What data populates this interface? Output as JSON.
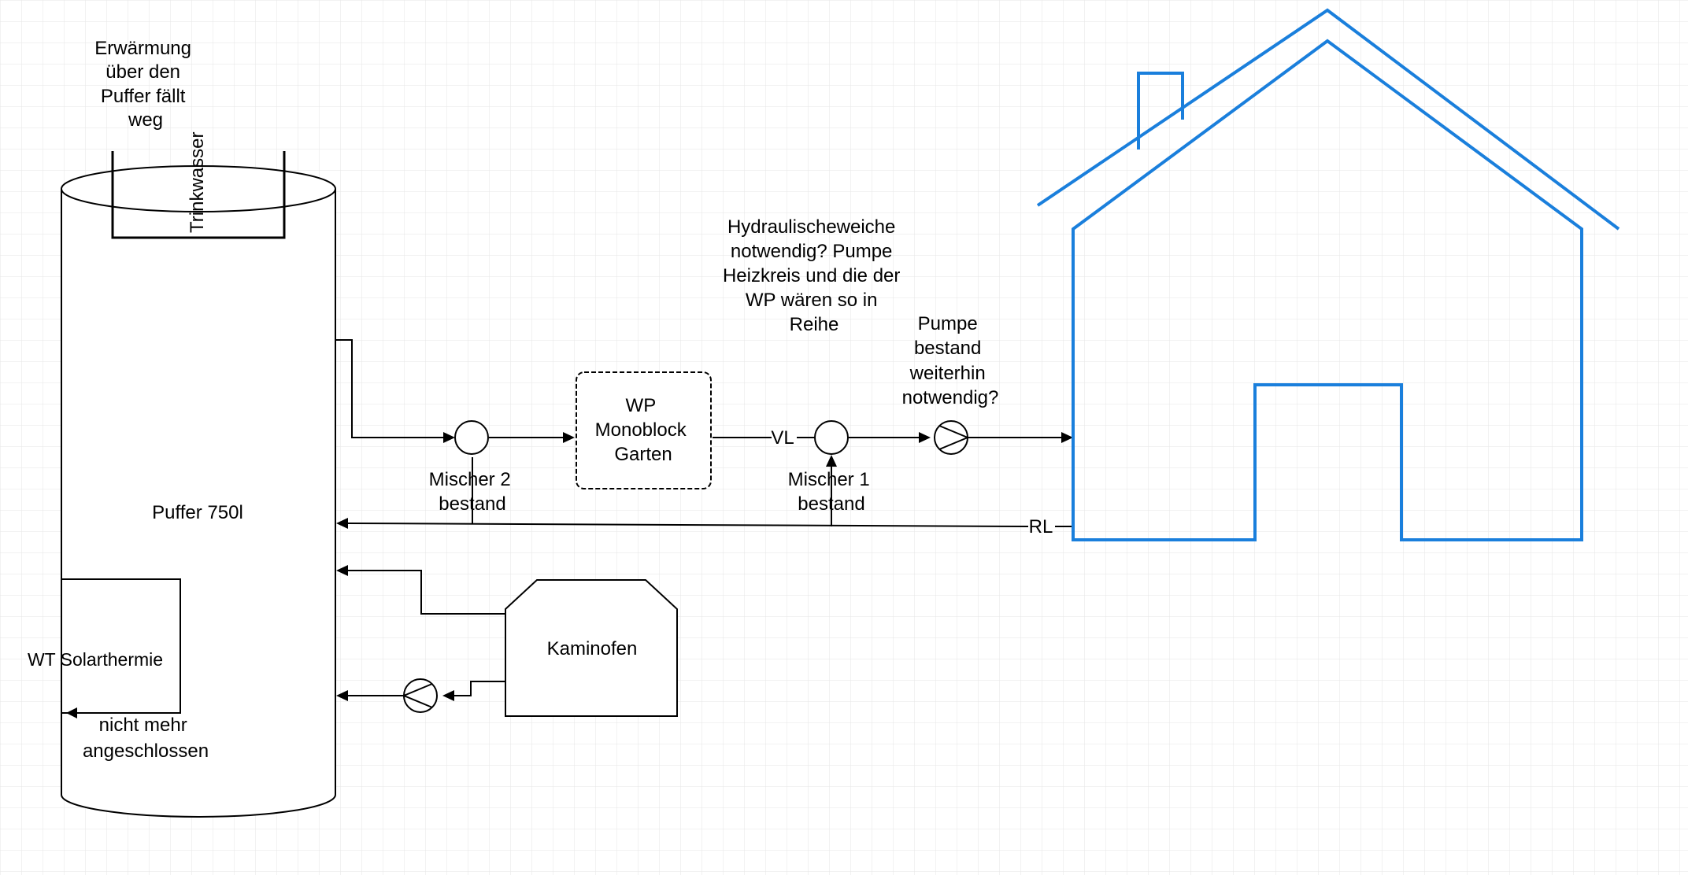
{
  "tank": {
    "label": "Puffer 750l",
    "coil_label": "Trinkwasser",
    "coil_note": [
      "Erwärmung",
      "über den",
      "Puffer fällt",
      "weg"
    ],
    "solar_hx_label": "WT Solarthermie",
    "solar_note": [
      "nicht mehr",
      "angeschlossen"
    ]
  },
  "heat_pump": {
    "label": [
      "WP",
      "Monoblock",
      "Garten"
    ]
  },
  "mixer_2": {
    "label": [
      "Mischer 2",
      "bestand"
    ]
  },
  "mixer_1": {
    "label": [
      "Mischer 1",
      "bestand"
    ]
  },
  "pump_note": [
    "Pumpe",
    "bestand",
    "weiterhin",
    "notwendig?"
  ],
  "question_note": [
    "Hydraulischeweiche",
    "notwendig? Pumpe",
    "Heizkreis und die der",
    "WP wären so in",
    "Reihe"
  ],
  "flow_label": "VL",
  "return_label": "RL",
  "stove": {
    "label": "Kaminofen"
  },
  "colors": {
    "house": "#1a7fdc",
    "grid": "#e6e6e6",
    "line": "#000000"
  }
}
